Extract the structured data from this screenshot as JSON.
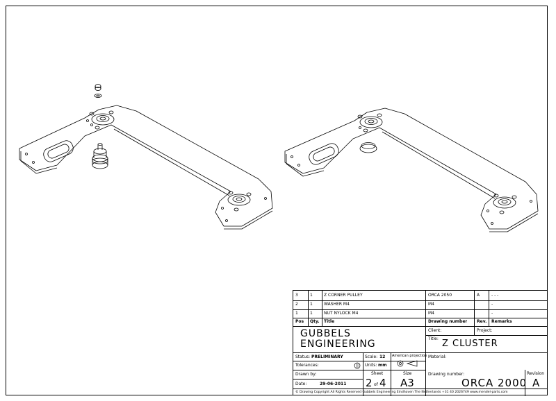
{
  "parts": [
    {
      "pos": "3",
      "qty": "1",
      "title": "Z CORNER PULLEY",
      "drawing_number": "ORCA 2050",
      "rev": "A",
      "remarks": "- - -"
    },
    {
      "pos": "2",
      "qty": "1",
      "title": "WASHER M4",
      "drawing_number": "M4",
      "rev": "",
      "remarks": "-"
    },
    {
      "pos": "1",
      "qty": "1",
      "title": "NUT NYLOCK M4",
      "drawing_number": "M4",
      "rev": "",
      "remarks": "-"
    }
  ],
  "headers": {
    "pos": "Pos",
    "qty": "Qty.",
    "title": "Title",
    "drawing_number": "Drawing number",
    "rev": "Rev.",
    "remarks": "Remarks"
  },
  "labels": {
    "client": "Client:",
    "project": "Project:",
    "title": "Title:",
    "status": "Status:",
    "scale": "Scale:",
    "american_projection": "American projection",
    "material": "Material:",
    "tolerances": "Tolerances:",
    "units": "Units:",
    "drawn_by": "Drawn by:",
    "sheet": "Sheet",
    "size": "Size",
    "drawing_number": "Drawing number:",
    "revision": "Revision",
    "date": "Date:"
  },
  "values": {
    "company_line1": "GUBBELS",
    "company_line2": "ENGINEERING",
    "drawing_title": "Z CLUSTER",
    "status": "PRELIMINARY",
    "scale": "12",
    "units": "mm",
    "sheet_current": "2",
    "sheet_of": "of",
    "sheet_total": "4",
    "size": "A3",
    "drawing_number": "ORCA 2000",
    "revision": "A",
    "date": "29-06-2011"
  },
  "footer": "© Drawing Copyright    All Rights Reserved    Gubbels Engineering    Eindhoven  The Netherlands  +31 40 2026749  www.mendel-parts.com"
}
